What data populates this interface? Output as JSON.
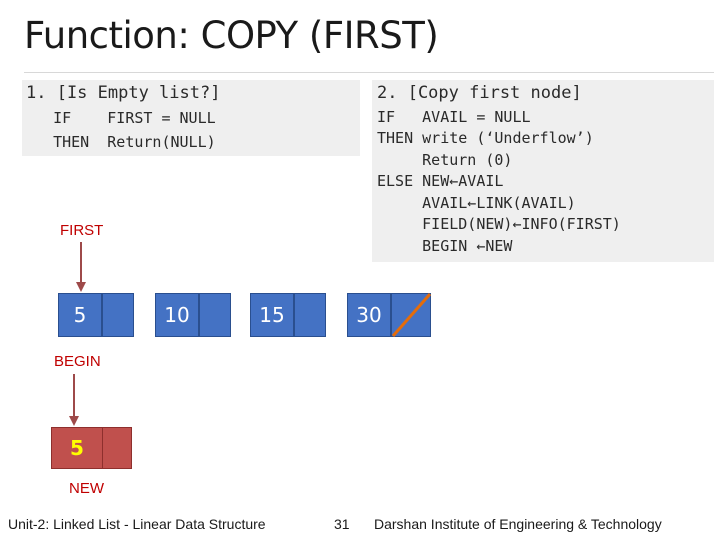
{
  "slide": {
    "title": "Function: COPY (FIRST)"
  },
  "step1": {
    "heading": "1. [Is Empty list?]",
    "lines": [
      "   IF    FIRST = NULL",
      "   THEN  Return(NULL)"
    ]
  },
  "step2": {
    "heading": "2. [Copy first node]",
    "lines": [
      "IF   AVAIL = NULL",
      "THEN write (‘Underflow’)",
      "     Return (0)",
      "ELSE NEW←AVAIL",
      "     AVAIL←LINK(AVAIL)",
      "     FIELD(NEW)←INFO(FIRST)",
      "     BEGIN ←NEW"
    ]
  },
  "diagram": {
    "first_label": "FIRST",
    "begin_label": "BEGIN",
    "new_label": "NEW",
    "nodes": [
      "5",
      "10",
      "15",
      "30"
    ],
    "new_node_value": "5"
  },
  "footer": {
    "left": "Unit-2: Linked List - Linear Data Structure",
    "page": "31",
    "right": "Darshan Institute of Engineering & Technology"
  },
  "colors": {
    "node_fill": "#4472c4",
    "new_node_fill": "#c0504d",
    "new_node_text": "#ffff00",
    "label_red": "#c00000",
    "null_slash": "#e46c0a"
  }
}
